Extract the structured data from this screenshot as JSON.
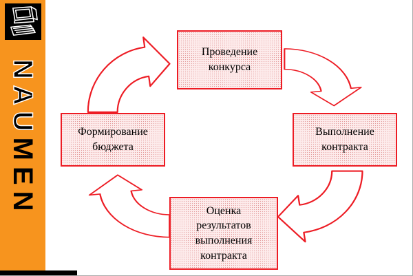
{
  "sidebar": {
    "logo_nau": "NAU",
    "logo_men": "MEN",
    "background_color": "#F7941E",
    "icon": "computer-sketch-icon"
  },
  "diagram": {
    "accent_color": "#ED1C24",
    "nodes": {
      "top": {
        "label": "Проведение\nконкурса"
      },
      "right": {
        "label": "Выполнение\nконтракта"
      },
      "bottom": {
        "label": "Оценка\nрезультатов\nвыполнения\nконтракта"
      },
      "left": {
        "label": "Формирование\nбюджета"
      }
    },
    "edges": [
      {
        "from": "Формирование бюджета",
        "to": "Проведение конкурса"
      },
      {
        "from": "Проведение конкурса",
        "to": "Выполнение контракта"
      },
      {
        "from": "Выполнение контракта",
        "to": "Оценка результатов выполнения контракта"
      },
      {
        "from": "Оценка результатов выполнения контракта",
        "to": "Формирование бюджета"
      }
    ]
  }
}
